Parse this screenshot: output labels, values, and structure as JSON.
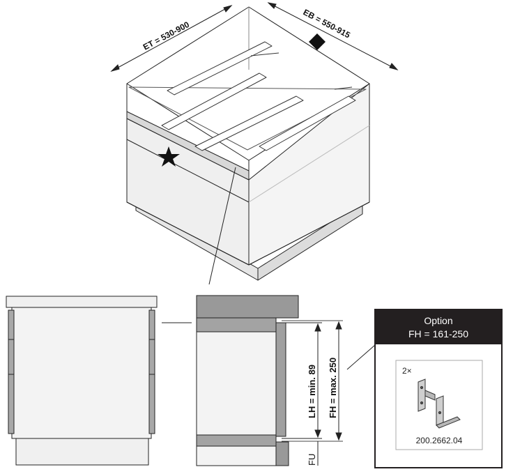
{
  "dimensions": {
    "et": "ET = 530-900",
    "eb": "EB = 550-915",
    "lh": "LH = min. 89",
    "fh": "FH = max. 250",
    "fu": "FU"
  },
  "option_box": {
    "title": "Option",
    "subtitle": "FH = 161-250",
    "quantity": "2×",
    "part_number": "200.2662.04"
  },
  "markers": [
    "star",
    "diamond"
  ],
  "colors": {
    "line": "#222222",
    "panel": "#f2f2f2",
    "shade": "#9a9a9a",
    "header": "#231f20"
  }
}
